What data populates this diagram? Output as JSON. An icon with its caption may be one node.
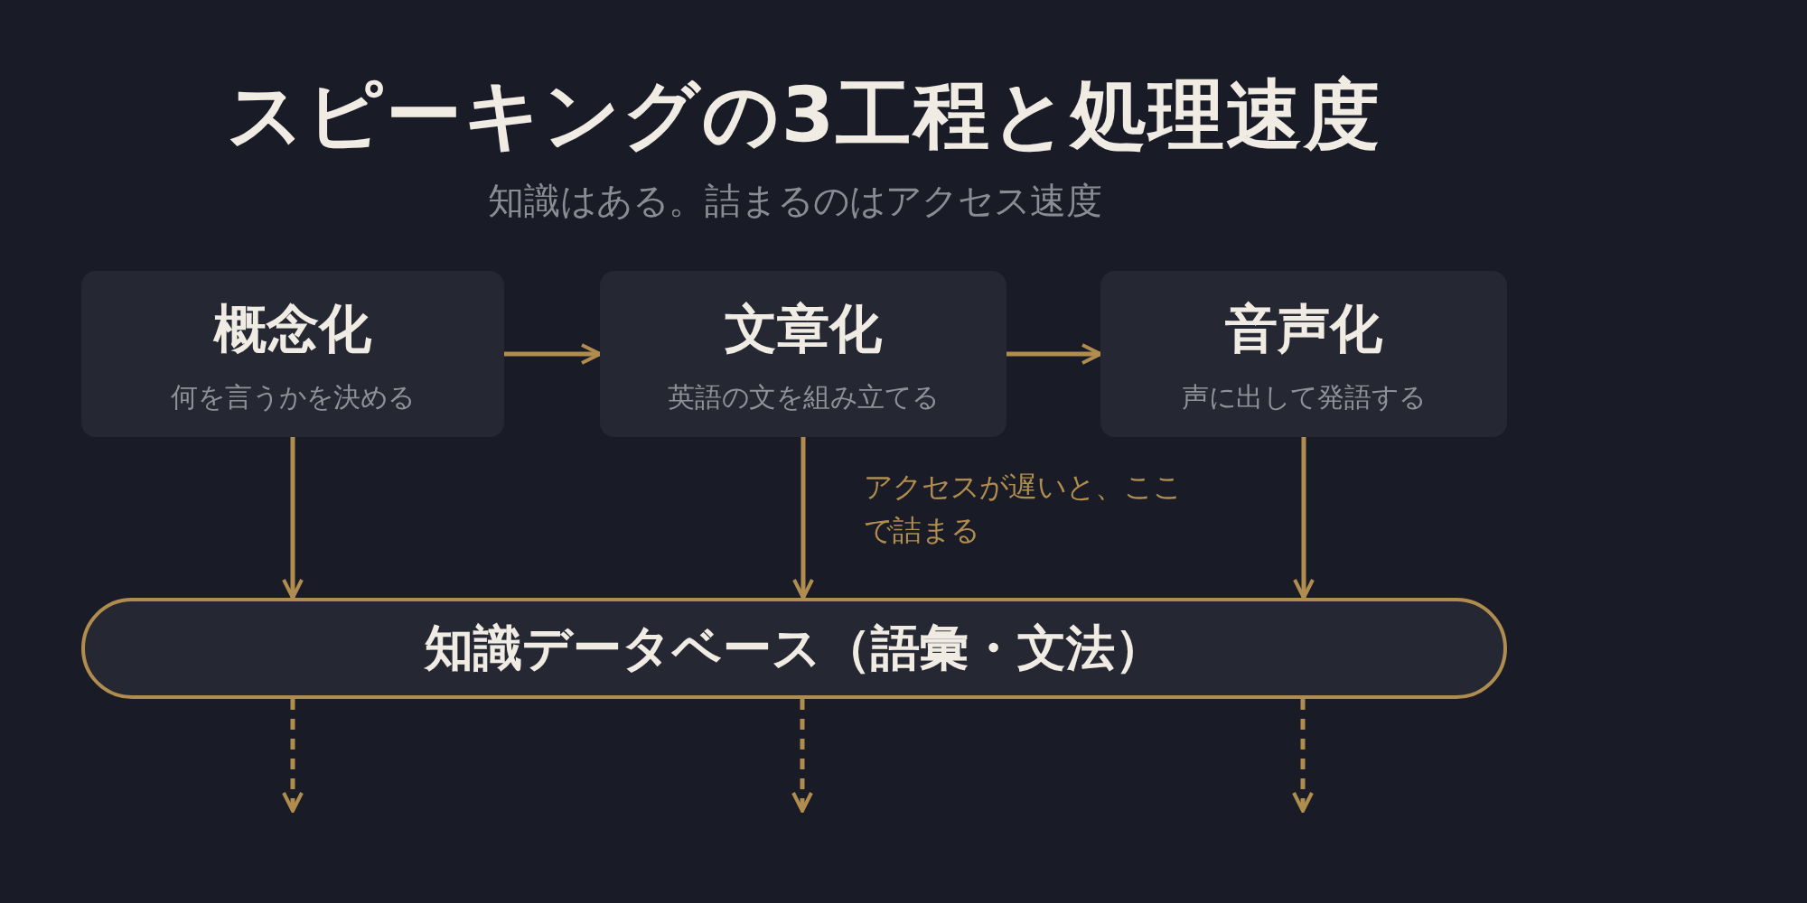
{
  "diagram": {
    "title": "スピーキングの3工程と処理速度",
    "caption": "知識はある。詰まるのはアクセス速度",
    "nodes": [
      {
        "text": [
          "概念化",
          "何を言うかを決める"
        ]
      },
      {
        "text": [
          "文章化",
          "英語の文を組み立てる"
        ]
      },
      {
        "text": [
          "音声化",
          "声に出して発語する"
        ]
      },
      {
        "text": [
          "知識データベース（語彙・文法）"
        ]
      }
    ],
    "edges": [
      {
        "from": 0,
        "to": 1,
        "arrow": "to"
      },
      {
        "from": 1,
        "to": 2,
        "arrow": "to"
      },
      {
        "from": 0,
        "to": 3,
        "arrow": "to"
      },
      {
        "from": 1,
        "to": 3,
        "arrow": "to",
        "label": "アクセスが遅いと、ここで詰まる"
      },
      {
        "from": 2,
        "to": 3,
        "arrow": "to"
      },
      {
        "from": 3,
        "to": null,
        "arrow": "to",
        "style": "dashed"
      },
      {
        "from": 3,
        "to": null,
        "arrow": "to",
        "style": "dashed"
      },
      {
        "from": 3,
        "to": null,
        "arrow": "to",
        "style": "dashed"
      }
    ]
  }
}
